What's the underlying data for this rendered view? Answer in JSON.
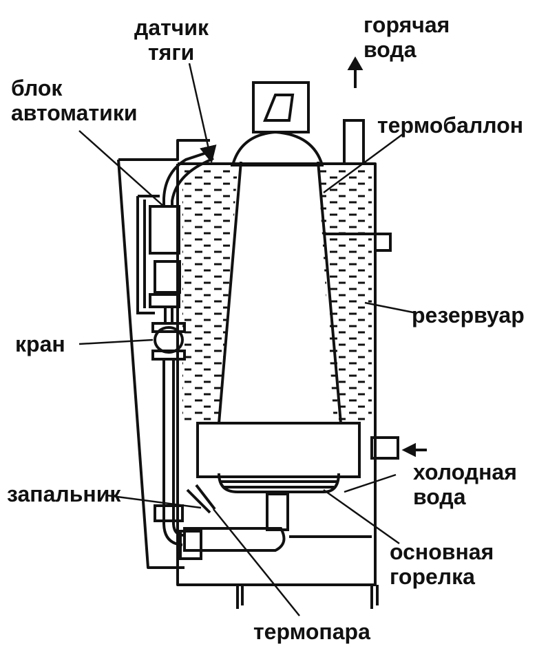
{
  "labels": {
    "draft_sensor": [
      "датчик",
      "тяги"
    ],
    "automation_block": [
      "блок",
      "автоматики"
    ],
    "hot_water": [
      "горячая",
      "вода"
    ],
    "thermo_bulb": "термобаллон",
    "tank": "резервуар",
    "valve": "кран",
    "cold_water": [
      "холодная",
      "вода"
    ],
    "igniter": "запальник",
    "main_burner": [
      "основная",
      "горелка"
    ],
    "thermocouple": "термопара"
  },
  "colors": {
    "ink": "#111111",
    "paper": "#ffffff"
  }
}
